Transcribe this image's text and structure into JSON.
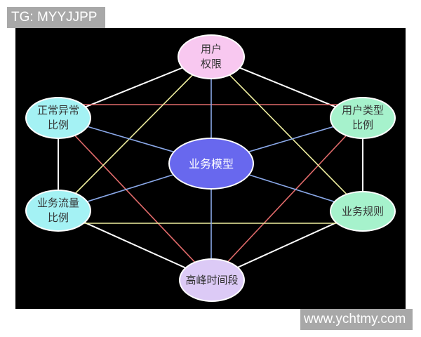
{
  "watermarks": {
    "top_left": "TG: MYYJJPP",
    "bottom_right": "www.ychtmy.com"
  },
  "diagram": {
    "background": "#000000",
    "nodes": [
      {
        "id": "user-permission",
        "label": "用户\n权限",
        "color": "#f8c8f0"
      },
      {
        "id": "normal-abnormal-ratio",
        "label": "正常异常\n比例",
        "color": "#a4f2f4"
      },
      {
        "id": "user-type-ratio",
        "label": "用户类型\n比例",
        "color": "#a6f2cc"
      },
      {
        "id": "business-model",
        "label": "业务模型",
        "color": "#6868ee"
      },
      {
        "id": "business-traffic-ratio",
        "label": "业务流量\n比例",
        "color": "#a4f2f4"
      },
      {
        "id": "business-rules",
        "label": "业务规则",
        "color": "#a6f2cc"
      },
      {
        "id": "peak-time",
        "label": "高峰时间段",
        "color": "#dccaf6"
      }
    ],
    "edge_colors": {
      "white": "#ffffff",
      "red": "#e06a6a",
      "yellow": "#f0f0a0",
      "blue": "#8aa8e8"
    },
    "edges": [
      {
        "from": "user-permission",
        "to": "normal-abnormal-ratio",
        "color": "white"
      },
      {
        "from": "user-permission",
        "to": "user-type-ratio",
        "color": "white"
      },
      {
        "from": "normal-abnormal-ratio",
        "to": "business-traffic-ratio",
        "color": "white"
      },
      {
        "from": "user-type-ratio",
        "to": "business-rules",
        "color": "white"
      },
      {
        "from": "business-traffic-ratio",
        "to": "peak-time",
        "color": "white"
      },
      {
        "from": "business-rules",
        "to": "peak-time",
        "color": "white"
      },
      {
        "from": "normal-abnormal-ratio",
        "to": "user-type-ratio",
        "color": "red"
      },
      {
        "from": "normal-abnormal-ratio",
        "to": "peak-time",
        "color": "red"
      },
      {
        "from": "user-type-ratio",
        "to": "peak-time",
        "color": "red"
      },
      {
        "from": "user-permission",
        "to": "business-traffic-ratio",
        "color": "yellow"
      },
      {
        "from": "user-permission",
        "to": "business-rules",
        "color": "yellow"
      },
      {
        "from": "business-traffic-ratio",
        "to": "business-rules",
        "color": "yellow"
      },
      {
        "from": "business-model",
        "to": "user-permission",
        "color": "blue"
      },
      {
        "from": "business-model",
        "to": "peak-time",
        "color": "blue"
      },
      {
        "from": "business-model",
        "to": "normal-abnormal-ratio",
        "color": "blue"
      },
      {
        "from": "business-model",
        "to": "user-type-ratio",
        "color": "blue"
      },
      {
        "from": "business-model",
        "to": "business-traffic-ratio",
        "color": "blue"
      },
      {
        "from": "business-model",
        "to": "business-rules",
        "color": "blue"
      }
    ]
  }
}
